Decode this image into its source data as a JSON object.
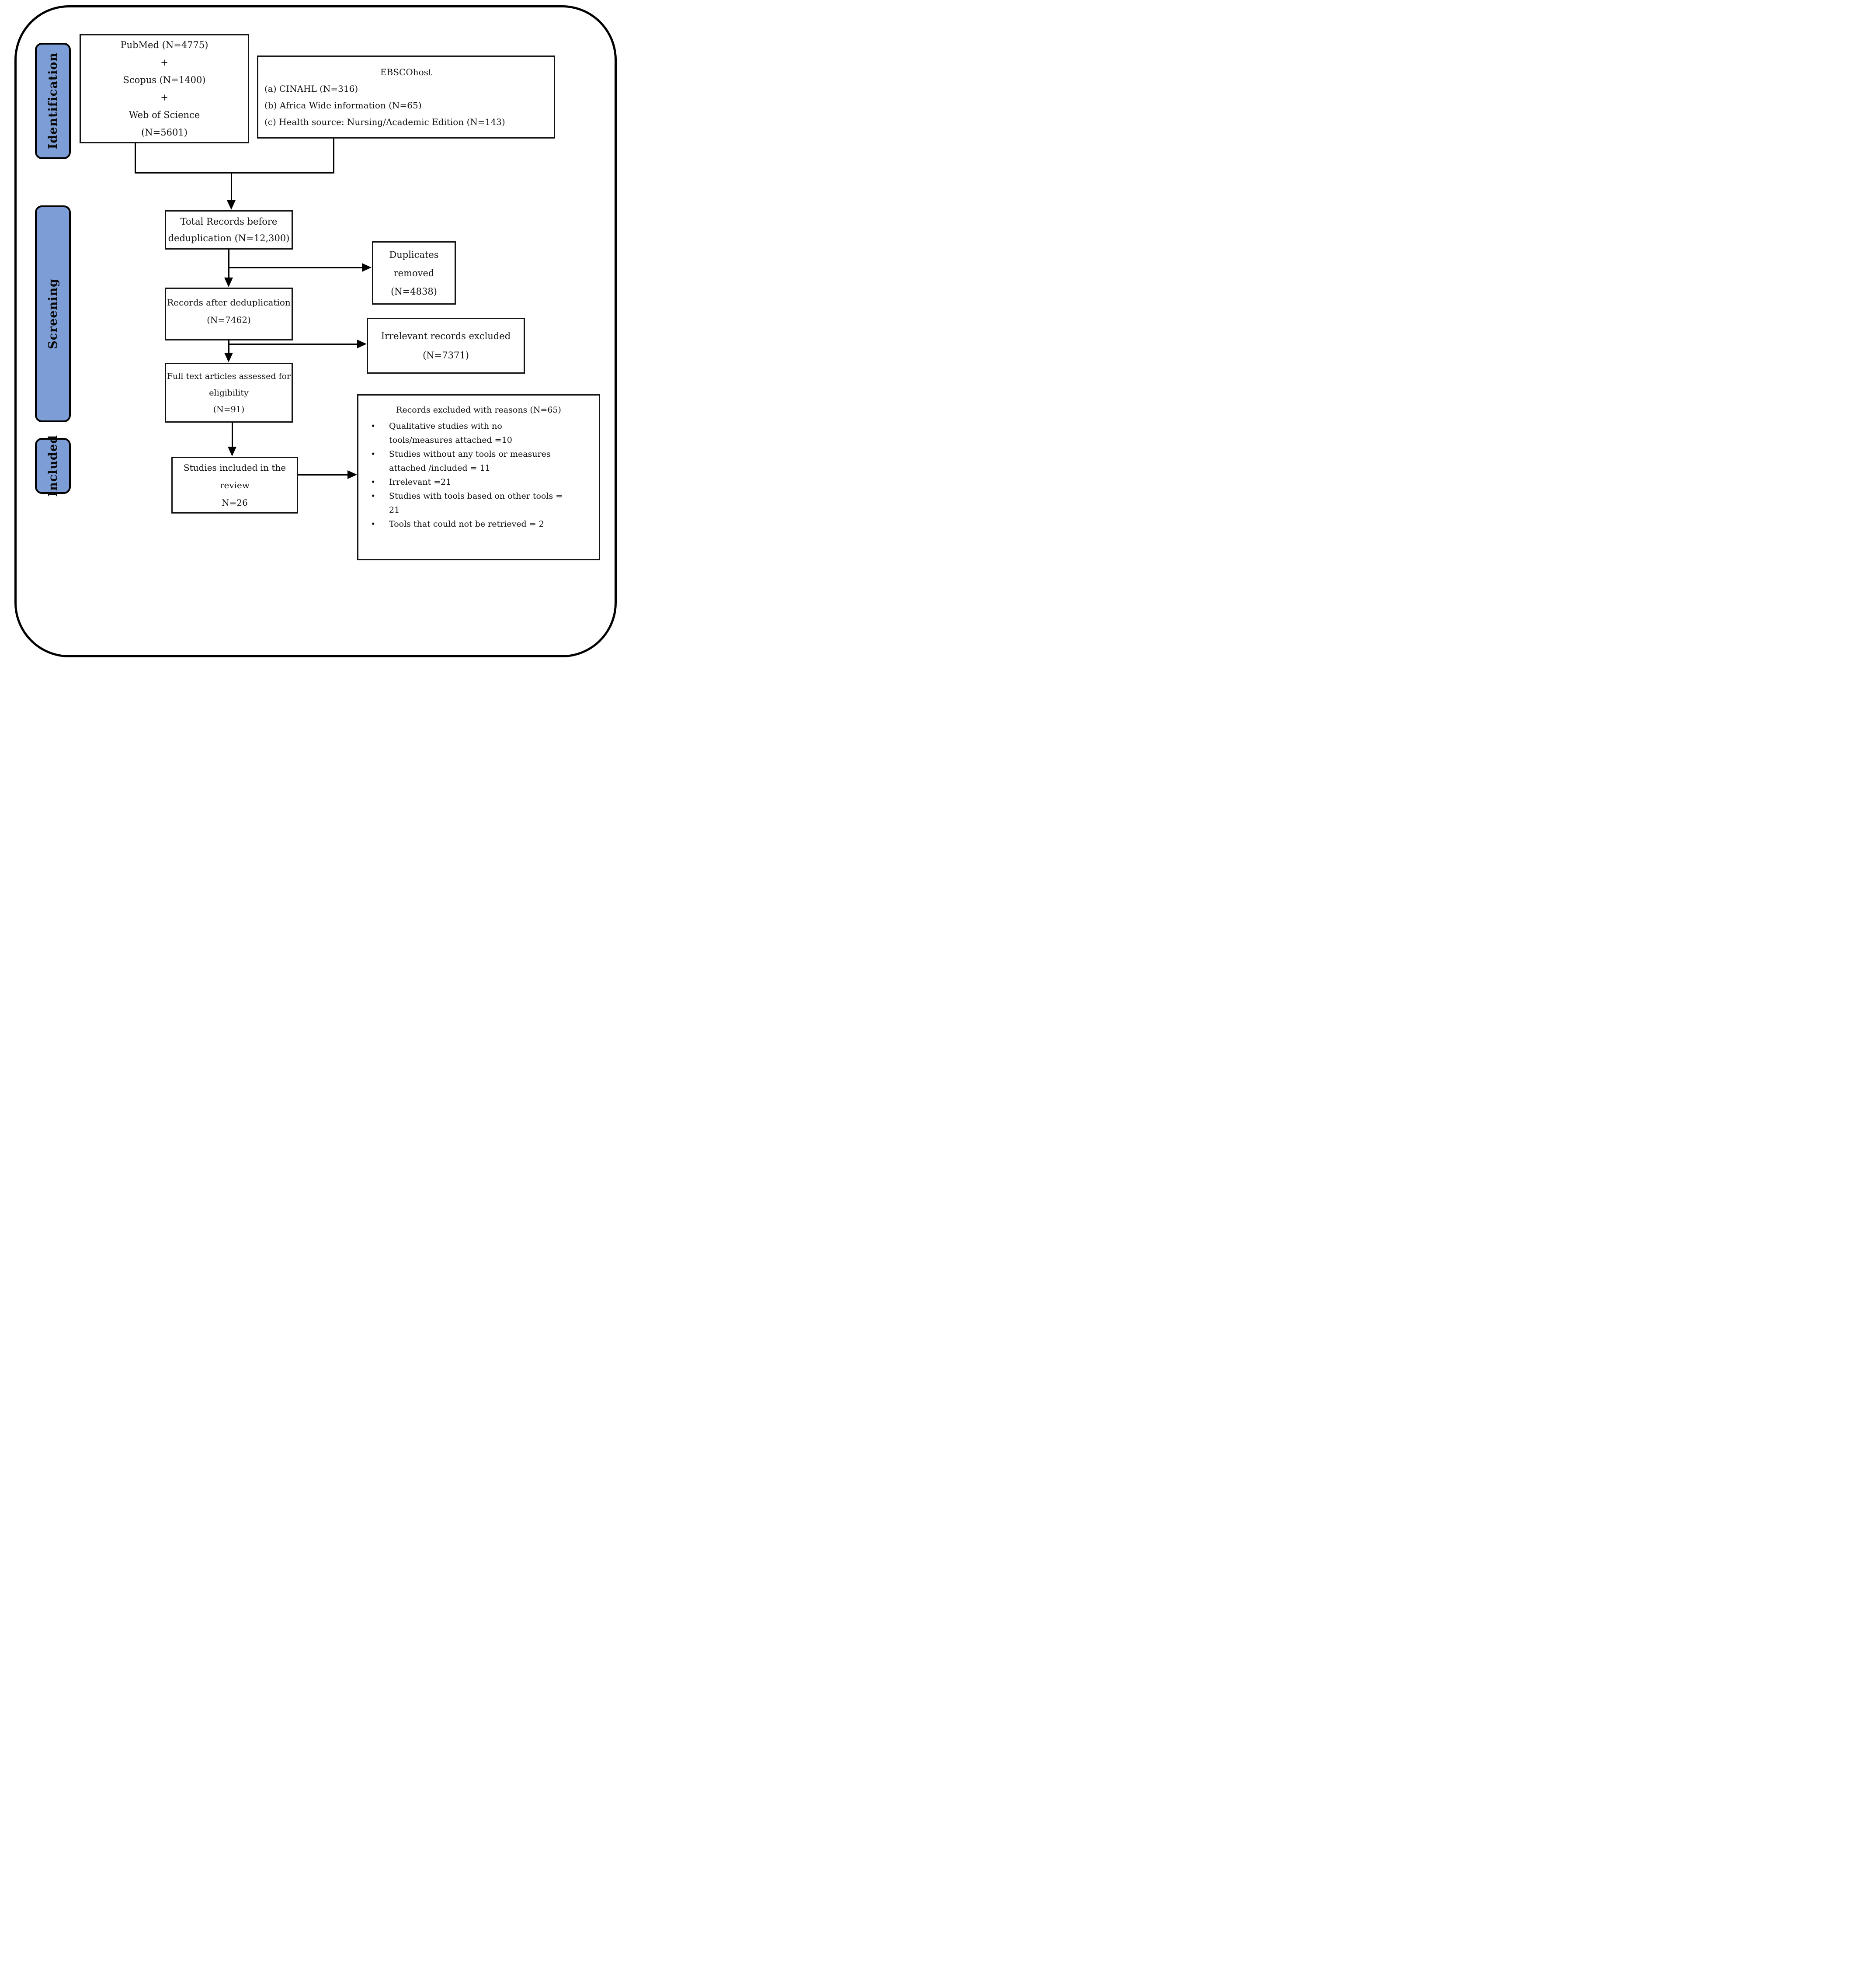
{
  "stages": {
    "identification": "Identification",
    "screening": "Screening",
    "included": "Included"
  },
  "colors": {
    "stage_fill": "#7D9DD6",
    "line": "#000000"
  },
  "boxes": {
    "databases": {
      "lines": [
        "PubMed (N=4775)",
        "+",
        "Scopus (N=1400)",
        "+",
        "Web of Science",
        "(N=5601)"
      ]
    },
    "ebscohost": {
      "title": "EBSCOhost",
      "items": [
        "(a) CINAHL (N=316)",
        "(b) Africa Wide information (N=65)",
        "(c) Health source: Nursing/Academic Edition (N=143)"
      ]
    },
    "total_before_dedup": {
      "lines": [
        "Total Records before",
        "deduplication (N=12,300)"
      ]
    },
    "duplicates_removed": {
      "lines": [
        "Duplicates",
        "removed",
        "(N=4838)"
      ]
    },
    "after_dedup": {
      "lines": [
        "Records after deduplication",
        "(N=7462)"
      ]
    },
    "irrelevant_excluded": {
      "lines": [
        "Irrelevant records excluded",
        "(N=7371)"
      ]
    },
    "full_text": {
      "lines": [
        "Full text articles assessed for",
        "eligibility",
        "(N=91)"
      ]
    },
    "included_studies": {
      "lines": [
        "Studies included in the",
        "review",
        "N=26"
      ]
    },
    "excluded_reasons": {
      "title": "Records excluded with reasons (N=65)",
      "bullets": [
        "Qualitative studies with no tools/measures attached =10",
        "Studies without any tools or measures attached /included = 11",
        "Irrelevant =21",
        "Studies with tools based on other tools = 21",
        "Tools that could not be retrieved = 2"
      ]
    }
  }
}
